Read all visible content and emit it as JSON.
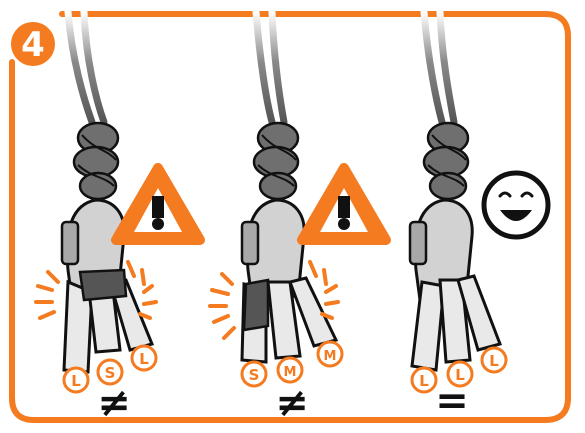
{
  "step_number": "4",
  "colors": {
    "accent": "#f47b20",
    "rope": "#6b6b6b",
    "metal": "#c9c9c9",
    "sling": "#e6e6e6",
    "outline": "#111111"
  },
  "panels": [
    {
      "warning_icon": "warning-triangle-icon",
      "sling_labels": [
        "L",
        "S",
        "L"
      ],
      "symbol": "≠"
    },
    {
      "warning_icon": "warning-triangle-icon",
      "sling_labels": [
        "S",
        "M",
        "M"
      ],
      "symbol": "≠"
    },
    {
      "status_icon": "smiley-face-icon",
      "sling_labels": [
        "L",
        "L",
        "L"
      ],
      "symbol": "="
    }
  ]
}
